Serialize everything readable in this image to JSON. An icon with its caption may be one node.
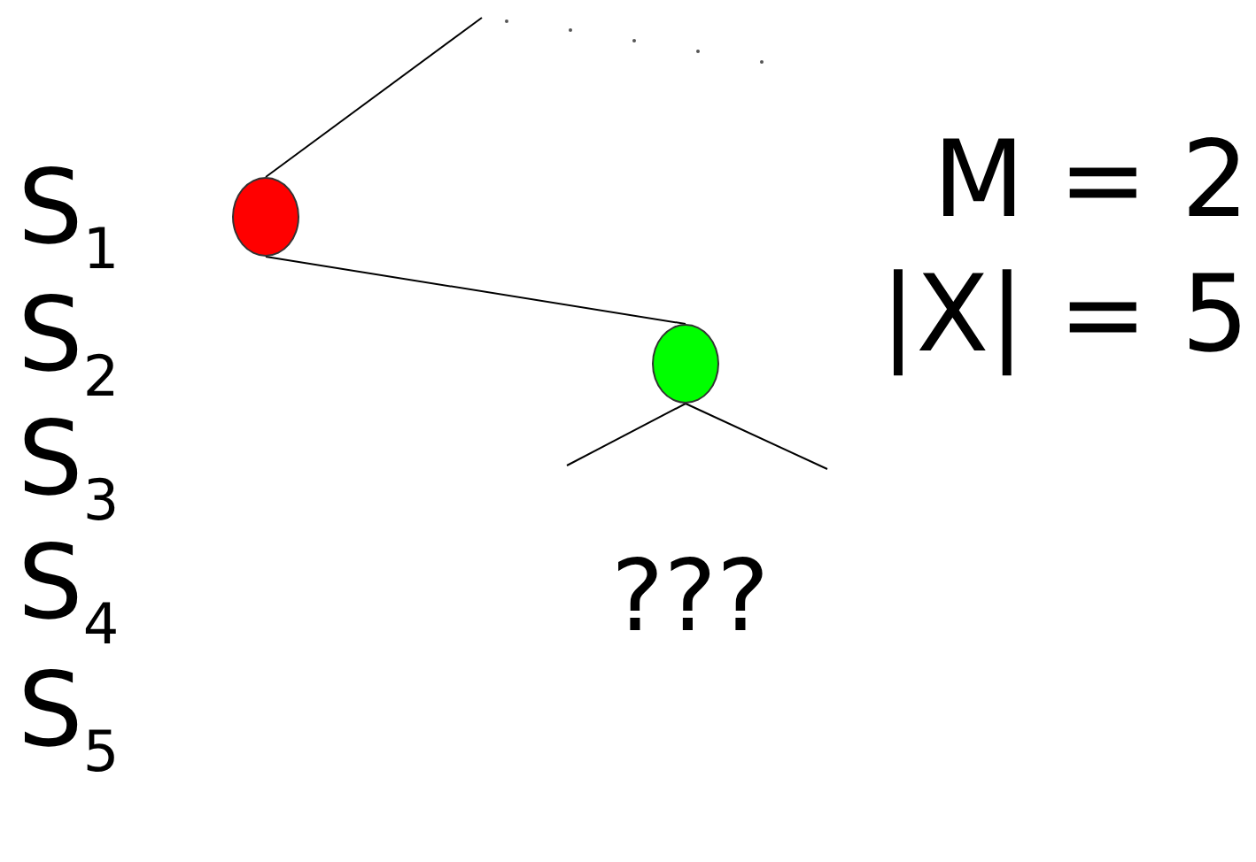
{
  "diagram": {
    "nodes": [
      {
        "text": [],
        "shape": "circle"
      },
      {
        "text": [],
        "shape": "circle"
      }
    ],
    "edges": [
      {
        "from": 0,
        "to": null,
        "arrow": "none"
      },
      {
        "from": 0,
        "to": 1,
        "arrow": "none"
      },
      {
        "from": 1,
        "to": null,
        "arrow": "none"
      },
      {
        "from": 1,
        "to": null,
        "arrow": "none"
      }
    ],
    "labels": [
      "S$_{1}$",
      "S$_{2}$",
      "S$_{3}$",
      "S$_{4}$",
      "S$_{5}$",
      "M = 2",
      "|X| = 5",
      "???"
    ]
  }
}
